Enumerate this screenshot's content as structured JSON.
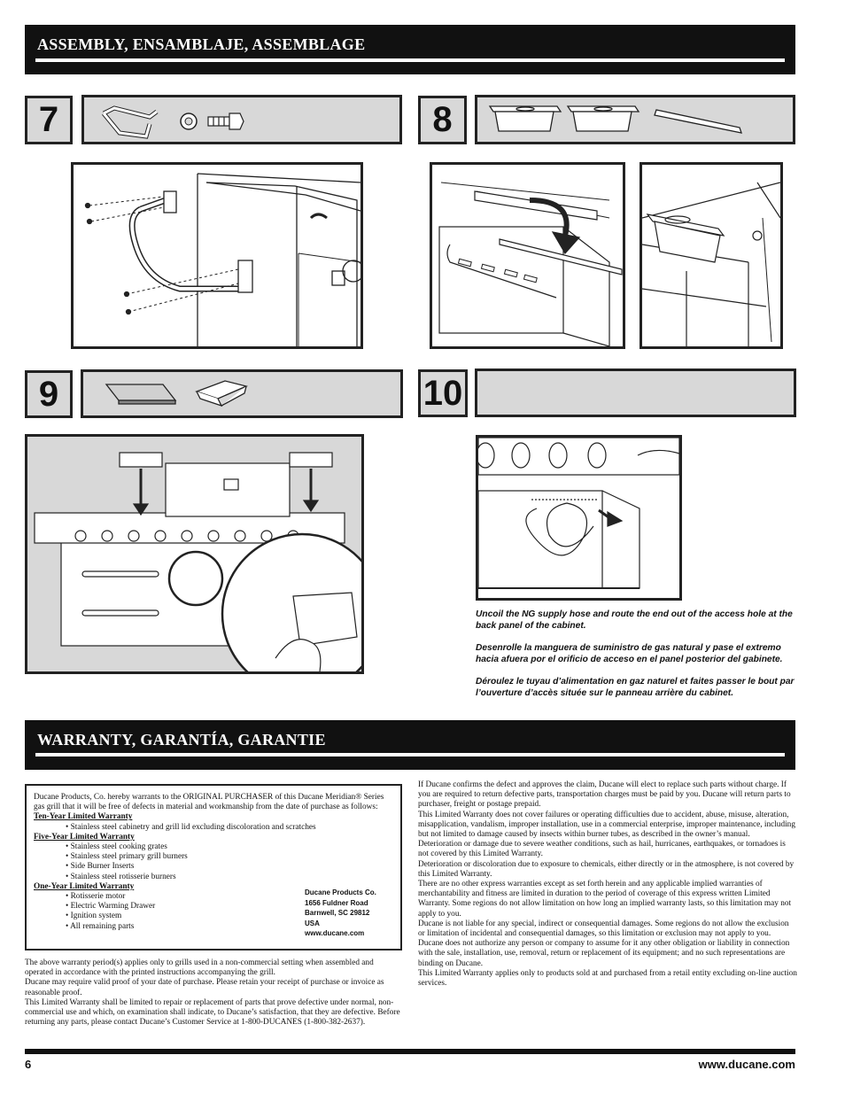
{
  "assembly_header": {
    "title": "ASSEMBLY, ENSAMBLAJE, ASSEMBLAGE"
  },
  "steps": [
    {
      "number": "7"
    },
    {
      "number": "8"
    },
    {
      "number": "9"
    },
    {
      "number": "10"
    }
  ],
  "step10_caption": {
    "en": "Uncoil the NG supply hose and route the end out of the access hole at the back panel of the cabinet.",
    "es": "Desenrolle la manguera de suministro de gas natural y pase el extremo hacia afuera por el orificio de acceso en el panel posterior del gabinete.",
    "fr": "Déroulez le tuyau d’alimentation en gaz naturel et faites passer le bout par l’ouverture d’accès située sur le panneau arrière du cabinet."
  },
  "warranty_header": {
    "title": "WARRANTY, GARANTÍA, GARANTIE"
  },
  "warranty_box": {
    "intro": "Ducane Products, Co. hereby warrants to the ORIGINAL PURCHASER of this Ducane Meridian® Series gas grill that it will be free of defects in material and workmanship from the date of purchase as follows:",
    "ten_year_head": "Ten-Year Limited Warranty",
    "ten_year_items": [
      "Stainless steel cabinetry and grill lid excluding discoloration and scratches"
    ],
    "five_year_head": "Five-Year Limited Warranty",
    "five_year_items": [
      "Stainless steel cooking grates",
      "Stainless steel primary grill burners",
      "Side Burner Inserts",
      "Stainless steel rotisserie burners"
    ],
    "one_year_head": "One-Year Limited Warranty",
    "one_year_items": [
      "Rotisserie motor",
      "Electric Warming Drawer",
      "Ignition system",
      "All remaining parts"
    ],
    "address": [
      "Ducane Products Co.",
      "1656 Fuldner Road",
      "Barnwell, SC 29812",
      "USA",
      "www.ducane.com"
    ]
  },
  "warranty_left_text": [
    "The above warranty period(s) applies only to grills used in a non-commercial setting when assembled and operated in accordance with the printed instructions accompanying the grill.",
    "Ducane may require valid proof of your date of purchase. Please retain your receipt of purchase or invoice as reasonable proof.",
    "This Limited Warranty shall be limited to repair or replacement of parts that prove defective under normal, non-commercial use and which, on examination shall indicate, to Ducane’s satisfaction, that they are defective. Before returning any parts, please contact Ducane’s Customer Service at 1-800-DUCANES (1-800-382-2637)."
  ],
  "warranty_right_text": [
    "If Ducane confirms the defect and approves the claim, Ducane will elect to replace such parts without charge. If you are required to return defective parts, transportation charges must be paid by you. Ducane will return parts to purchaser, freight or postage prepaid.",
    "This Limited Warranty does not cover failures or operating difficulties due to accident, abuse, misuse, alteration, misapplication, vandalism, improper installation, use in a commercial enterprise, improper maintenance, including but not limited to damage caused by insects within burner tubes, as described in the owner’s manual.",
    "Deterioration or damage due to severe weather conditions, such as hail, hurricanes, earthquakes, or tornadoes is not covered by this Limited Warranty.",
    "Deterioration or discoloration due to exposure to chemicals, either directly or in the atmosphere, is not covered by this Limited Warranty.",
    "There are no other express warranties except as set forth herein and any applicable implied warranties of merchantability and fitness are limited in duration to the period of coverage of this express written Limited Warranty. Some regions do not allow limitation on how long an implied warranty lasts, so this limitation may not apply to you.",
    "Ducane is not liable for any special, indirect or consequential damages. Some regions do not allow the exclusion or limitation of incidental and consequential damages, so this limitation or exclusion may not apply to you.",
    "Ducane does not authorize any person or company to assume for it any other obligation or liability in connection with the sale, installation, use, removal, return or replacement of its equipment; and no such representations are binding on Ducane.",
    "This Limited Warranty applies only to products sold at and purchased from a retail entity excluding on-line auction services."
  ],
  "footer": {
    "page_number": "6",
    "website": "www.ducane.com"
  }
}
